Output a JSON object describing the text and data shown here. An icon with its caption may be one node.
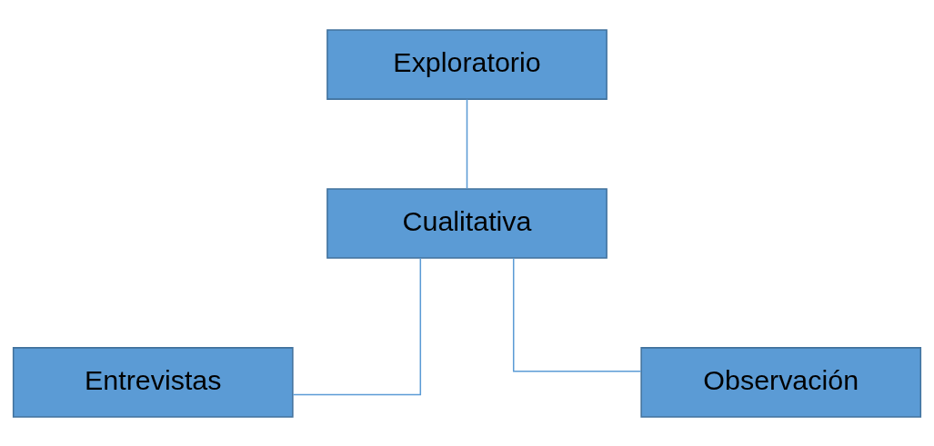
{
  "diagram": {
    "nodes": [
      {
        "text": [
          "Exploratorio"
        ]
      },
      {
        "text": [
          "Cualitativa"
        ]
      },
      {
        "text": [
          "Entrevistas"
        ]
      },
      {
        "text": [
          "Observación"
        ]
      }
    ],
    "edges": [
      {
        "from": 0,
        "to": 1,
        "arrow": "none"
      },
      {
        "from": 1,
        "to": 2,
        "arrow": "none"
      },
      {
        "from": 1,
        "to": 3,
        "arrow": "none"
      }
    ]
  }
}
